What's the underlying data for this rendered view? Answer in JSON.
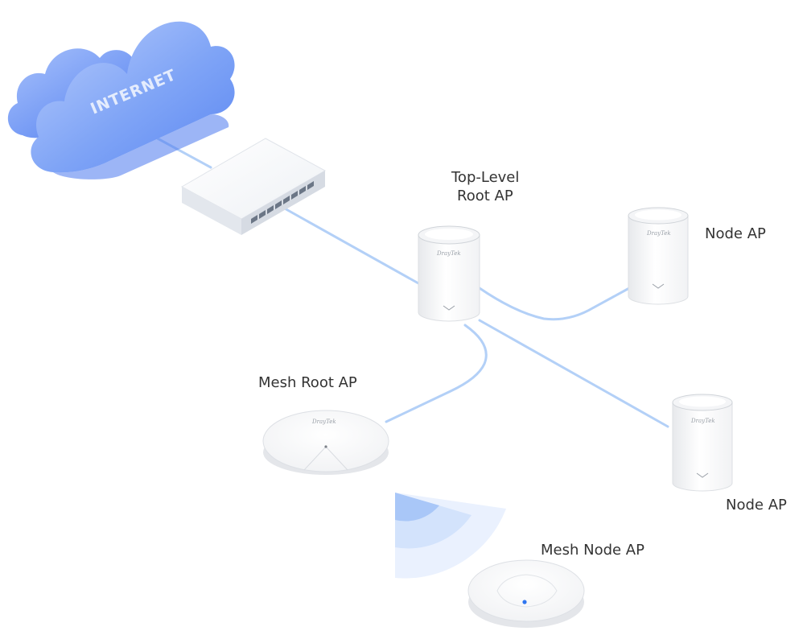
{
  "cloud": {
    "label": "INTERNET"
  },
  "brand": "DrayTek",
  "labels": {
    "top_level_root_line1": "Top-Level",
    "top_level_root_line2": "Root AP",
    "node_ap_1": "Node AP",
    "node_ap_2": "Node AP",
    "mesh_root_ap": "Mesh Root AP",
    "mesh_node_ap": "Mesh Node AP"
  },
  "colors": {
    "cloud_blue": "#5f8ef2",
    "link_blue": "#b3d0f7",
    "signal_blue": "#bcd4fb",
    "indicator_blue": "#2f76f0"
  }
}
